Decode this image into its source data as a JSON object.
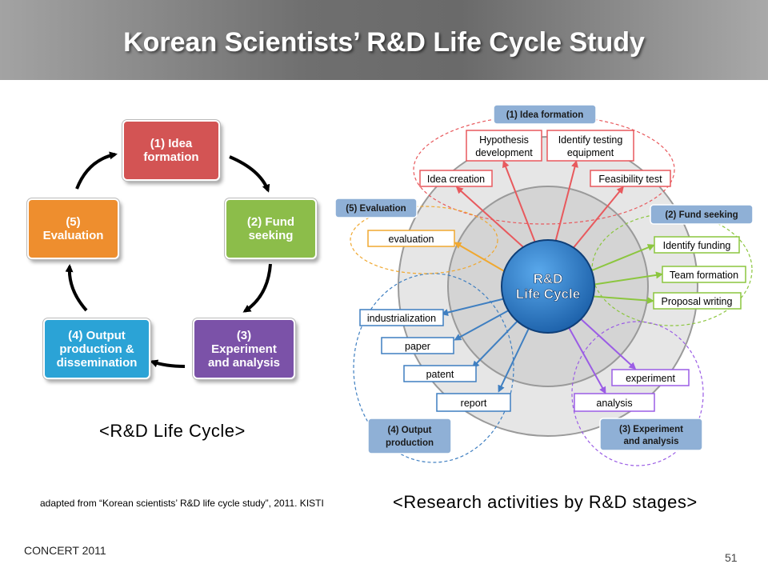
{
  "title": "Korean Scientists’ R&D Life Cycle Study",
  "left_diagram": {
    "stages": [
      {
        "label_lines": [
          "(1) Idea",
          "formation"
        ],
        "color": "#d35454"
      },
      {
        "label_lines": [
          "(2) Fund",
          "seeking"
        ],
        "color": "#8cbd4a"
      },
      {
        "label_lines": [
          "(3)",
          "Experiment",
          "and analysis"
        ],
        "color": "#7b52a8"
      },
      {
        "label_lines": [
          "(4) Output",
          "production &",
          "dissemination"
        ],
        "color": "#2ba3d6"
      },
      {
        "label_lines": [
          "(5)",
          "Evaluation"
        ],
        "color": "#ee8e2e"
      }
    ],
    "caption": "<R&D Life Cycle>"
  },
  "right_diagram": {
    "center_lines": [
      "R&D",
      "Life Cycle"
    ],
    "groups": [
      {
        "label_lines": [
          "(1) Idea formation"
        ],
        "color": "#e8595d",
        "activities": [
          "Idea creation",
          "Hypothesis development",
          "Identify testing equipment",
          "Feasibility test"
        ]
      },
      {
        "label_lines": [
          "(2) Fund seeking"
        ],
        "color": "#8cc63f",
        "activities": [
          "Identify funding",
          "Team formation",
          "Proposal writing"
        ]
      },
      {
        "label_lines": [
          "(3) Experiment",
          "and analysis"
        ],
        "color": "#9b5de5",
        "activities": [
          "experiment",
          "analysis"
        ]
      },
      {
        "label_lines": [
          "(4) Output",
          "production"
        ],
        "color": "#3f7fc1",
        "activities": [
          "industrialization",
          "paper",
          "patent",
          "report"
        ]
      },
      {
        "label_lines": [
          "(5) Evaluation"
        ],
        "color": "#f0a830",
        "activities": [
          "evaluation"
        ]
      }
    ],
    "caption": "<Research activities by R&D stages>"
  },
  "source_note": "adapted from “Korean scientists’ R&D life cycle study”, 2011. KISTI",
  "footer": "CONCERT 2011",
  "page_number": "51"
}
